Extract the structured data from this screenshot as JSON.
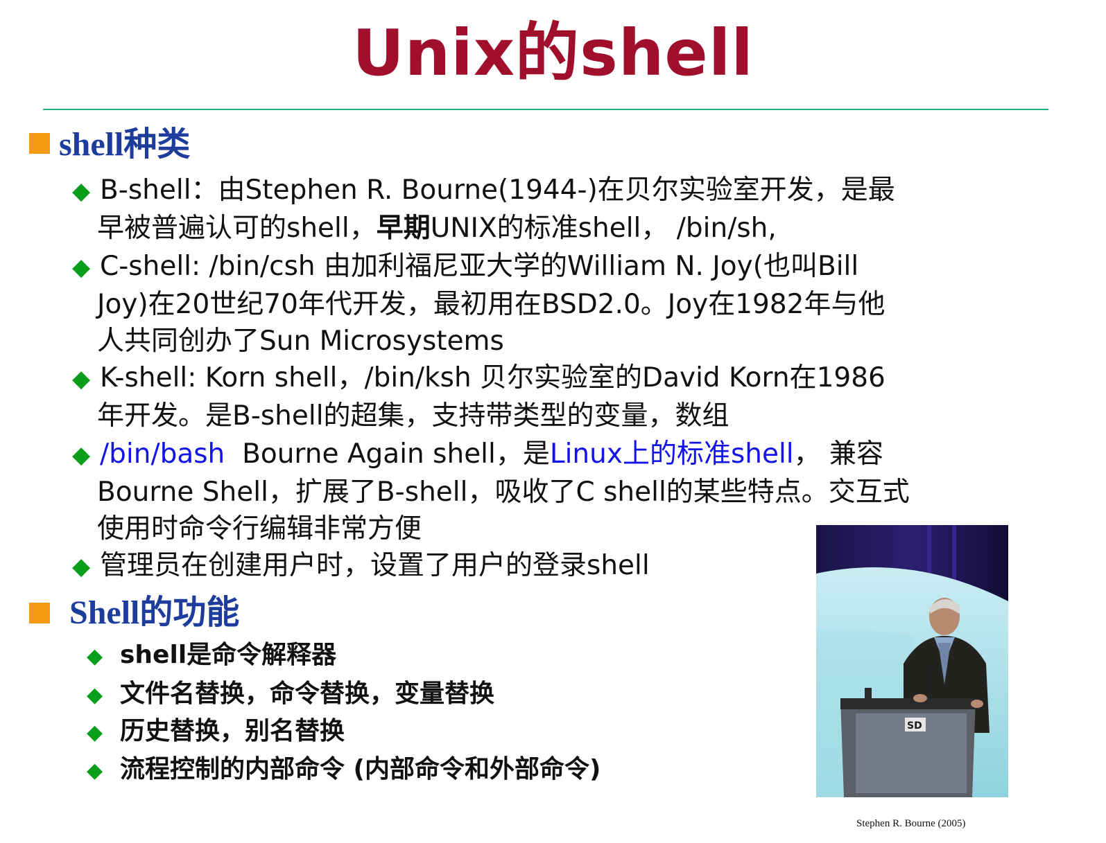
{
  "title": "Unix的shell",
  "section1": {
    "label": "shell种类"
  },
  "items": {
    "b_shell": {
      "line1": "B-shell：由Stephen R. Bourne(1944-)在贝尔实验室开发，是最",
      "line2a": "早被普遍认可的shell，",
      "line2b": "早期",
      "line2c": "UNIX的标准shell， /bin/sh,"
    },
    "c_shell": {
      "line1": "C-shell: /bin/csh 由加利福尼亚大学的William N. Joy(也叫Bill",
      "line2": "Joy)在20世纪70年代开发，最初用在BSD2.0。Joy在1982年与他",
      "line3": "人共同创办了Sun Microsystems"
    },
    "k_shell": {
      "line1": "K-shell: Korn shell，/bin/ksh 贝尔实验室的David Korn在1986",
      "line2": "年开发。是B-shell的超集，支持带类型的变量，数组"
    },
    "bash": {
      "line1a": "/bin/bash",
      "line1b": "  Bourne Again shell，是",
      "line1c": "Linux上的标准shell",
      "line1d": "， 兼容",
      "line2": "Bourne Shell，扩展了B-shell，吸收了C shell的某些特点。交互式",
      "line3": "使用时命令行编辑非常方便"
    },
    "admin": {
      "line1": "管理员在创建用户时，设置了用户的登录shell"
    }
  },
  "section2": {
    "label": "Shell的功能"
  },
  "functions": [
    "shell是命令解释器",
    "文件名替换，命令替换，变量替换",
    "历史替换，别名替换",
    "流程控制的内部命令 (内部命令和外部命令)"
  ],
  "photo": {
    "podium_sign": "SD",
    "caption": "Stephen R. Bourne (2005)"
  },
  "colors": {
    "title": "#a0102c",
    "section": "#1e3c9c",
    "bullet_square": "#f49a10",
    "diamond": "#0a9e1a",
    "link_blue": "#1414e6",
    "rule": "#25b08a"
  }
}
